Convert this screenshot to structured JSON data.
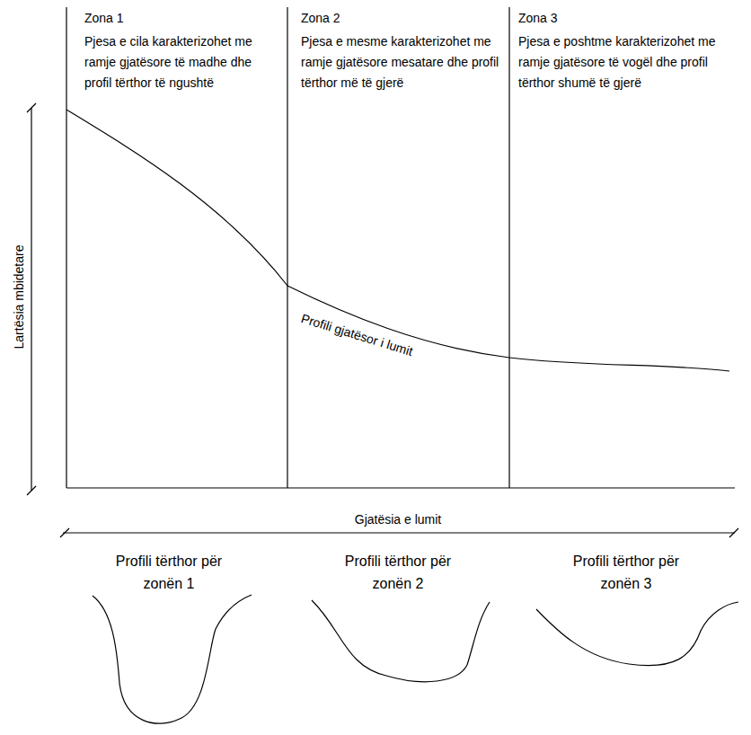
{
  "diagram": {
    "nodes": [
      {
        "text": [
          "Zona 1",
          "Pjesa e cila karakterizohet me ramje gjatësore të madhe dhe profil tërthor të ngushtë"
        ]
      },
      {
        "text": [
          "Zona 2",
          "Pjesa e mesme karakterizohet me ramje gjatësore mesatare dhe profil tërthor më të gjerë"
        ]
      },
      {
        "text": [
          "Zona 3",
          "Pjesa e poshtme karakterizohet me ramje gjatësore të vogël dhe profil tërthor shumë të gjerë"
        ]
      }
    ],
    "labels": [
      "Lartësia mbidetare",
      "Profili gjatësor i lumit",
      "Gjatësia e lumit",
      "Profili tërthor për zonën 1",
      "Profili tërthor për zonën 2",
      "Profili tërthor për zonën 3"
    ]
  }
}
